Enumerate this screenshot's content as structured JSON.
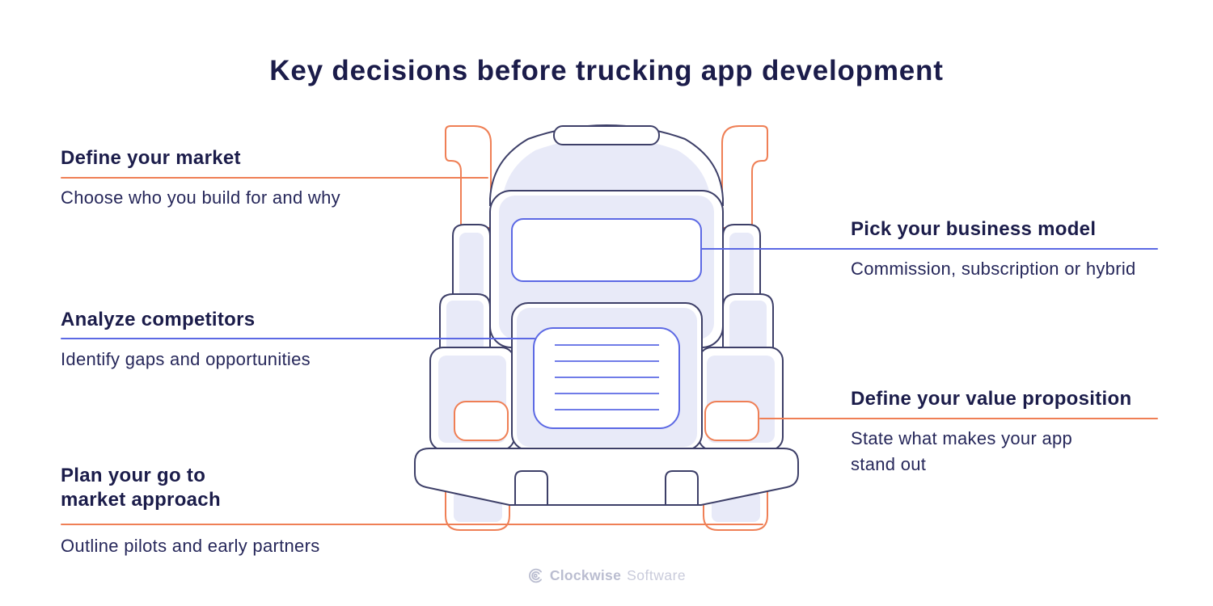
{
  "title": "Key decisions before trucking app development",
  "callouts": {
    "left": [
      {
        "heading": "Define your market",
        "description": "Choose who you build for and why",
        "line_color": "#ef7f55"
      },
      {
        "heading": "Analyze competitors",
        "description": "Identify gaps and opportunities",
        "line_color": "#5c69e4"
      },
      {
        "heading": "Plan your go to market approach",
        "description": "Outline pilots and early partners",
        "line_color": "#ef7f55"
      }
    ],
    "right": [
      {
        "heading": "Pick your business model",
        "description": "Commission, subscription or hybrid",
        "line_color": "#5c69e4"
      },
      {
        "heading": "Define your value proposition",
        "description": "State what makes your app stand out",
        "line_color": "#ef7f55"
      }
    ]
  },
  "illustration": {
    "name": "semi-truck-front-view",
    "colors": {
      "outline_navy": "#3d3f68",
      "accent_orange": "#ef7f55",
      "accent_blue": "#5c69e4",
      "body_fill": "#e8eaf8",
      "white": "#ffffff"
    }
  },
  "footer": {
    "logo_icon": "clockwise-spiral-icon",
    "brand_name_bold": "Clockwise",
    "brand_name_light": "Software"
  }
}
